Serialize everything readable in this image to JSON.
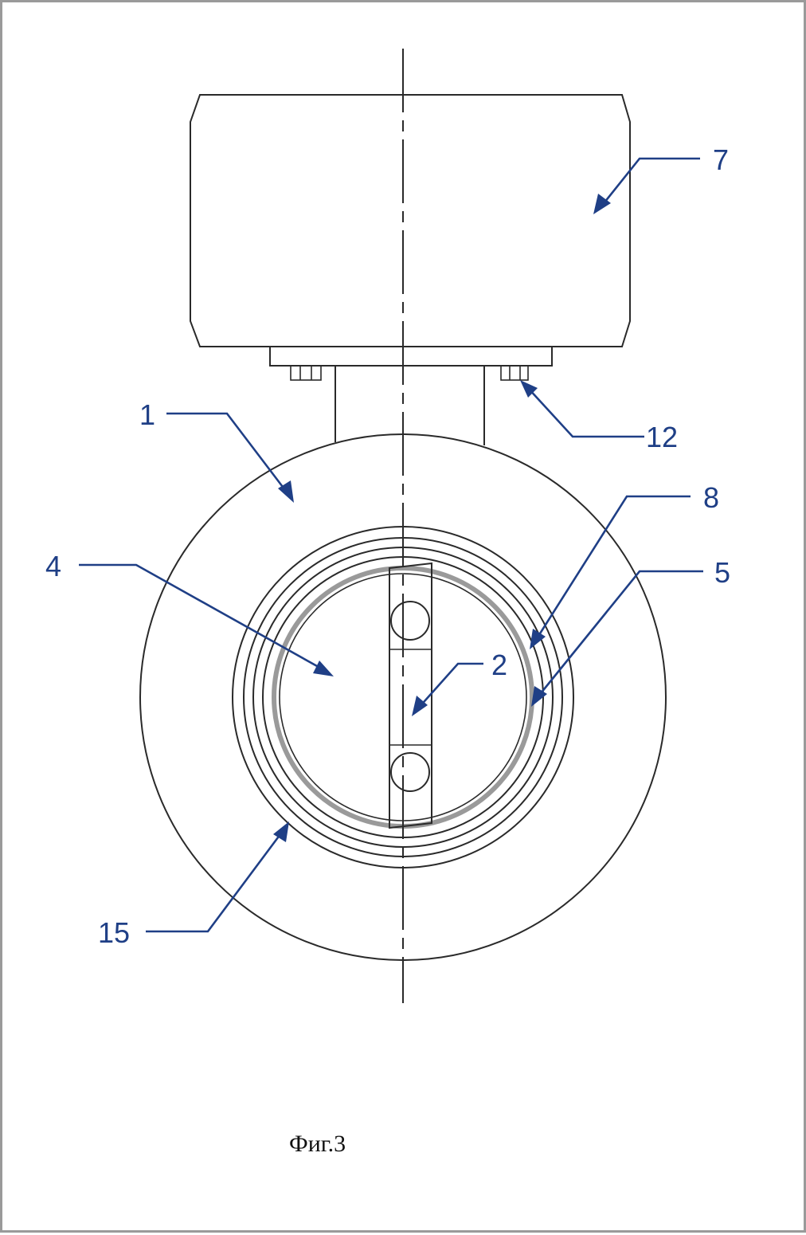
{
  "figure": {
    "caption": "Фиг.3",
    "reference_labels": {
      "r1": "1",
      "r2": "2",
      "r4": "4",
      "r5": "5",
      "r7": "7",
      "r8": "8",
      "r12": "12",
      "r15": "15"
    }
  }
}
